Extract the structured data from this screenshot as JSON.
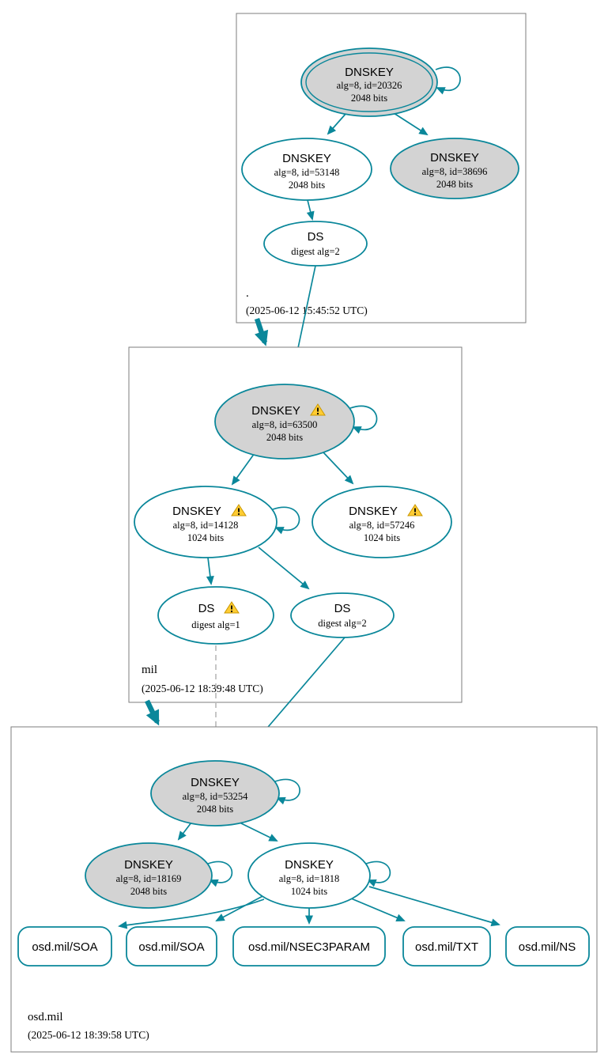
{
  "colors": {
    "edge_teal": "#0a879a",
    "ksk_fill_gray": "#d3d3d3",
    "warning_yellow": "#ffcc33",
    "dashed_gray": "#bcbcbc",
    "box_border_gray": "#7e7e7e"
  },
  "zones": {
    "root": {
      "name": ".",
      "timestamp": "(2025-06-12 15:45:52 UTC)",
      "nodes": {
        "ksk_20326": {
          "title": "DNSKEY",
          "alg": "alg=8, id=20326",
          "bits": "2048 bits"
        },
        "zsk_53148": {
          "title": "DNSKEY",
          "alg": "alg=8, id=53148",
          "bits": "2048 bits"
        },
        "ksk_38696": {
          "title": "DNSKEY",
          "alg": "alg=8, id=38696",
          "bits": "2048 bits"
        },
        "ds": {
          "title": "DS",
          "digest": "digest alg=2"
        }
      }
    },
    "mil": {
      "name": "mil",
      "timestamp": "(2025-06-12 18:39:48 UTC)",
      "nodes": {
        "ksk_63500": {
          "title": "DNSKEY",
          "alg": "alg=8, id=63500",
          "bits": "2048 bits",
          "warning": true
        },
        "zsk_14128": {
          "title": "DNSKEY",
          "alg": "alg=8, id=14128",
          "bits": "1024 bits",
          "warning": true
        },
        "zsk_57246": {
          "title": "DNSKEY",
          "alg": "alg=8, id=57246",
          "bits": "1024 bits",
          "warning": true
        },
        "ds1": {
          "title": "DS",
          "digest": "digest alg=1",
          "warning": true
        },
        "ds2": {
          "title": "DS",
          "digest": "digest alg=2"
        }
      }
    },
    "osd_mil": {
      "name": "osd.mil",
      "timestamp": "(2025-06-12 18:39:58 UTC)",
      "nodes": {
        "ksk_53254": {
          "title": "DNSKEY",
          "alg": "alg=8, id=53254",
          "bits": "2048 bits"
        },
        "ksk_18169": {
          "title": "DNSKEY",
          "alg": "alg=8, id=18169",
          "bits": "2048 bits"
        },
        "zsk_1818": {
          "title": "DNSKEY",
          "alg": "alg=8, id=1818",
          "bits": "1024 bits"
        }
      },
      "records": [
        "osd.mil/SOA",
        "osd.mil/SOA",
        "osd.mil/NSEC3PARAM",
        "osd.mil/TXT",
        "osd.mil/NS"
      ]
    }
  }
}
